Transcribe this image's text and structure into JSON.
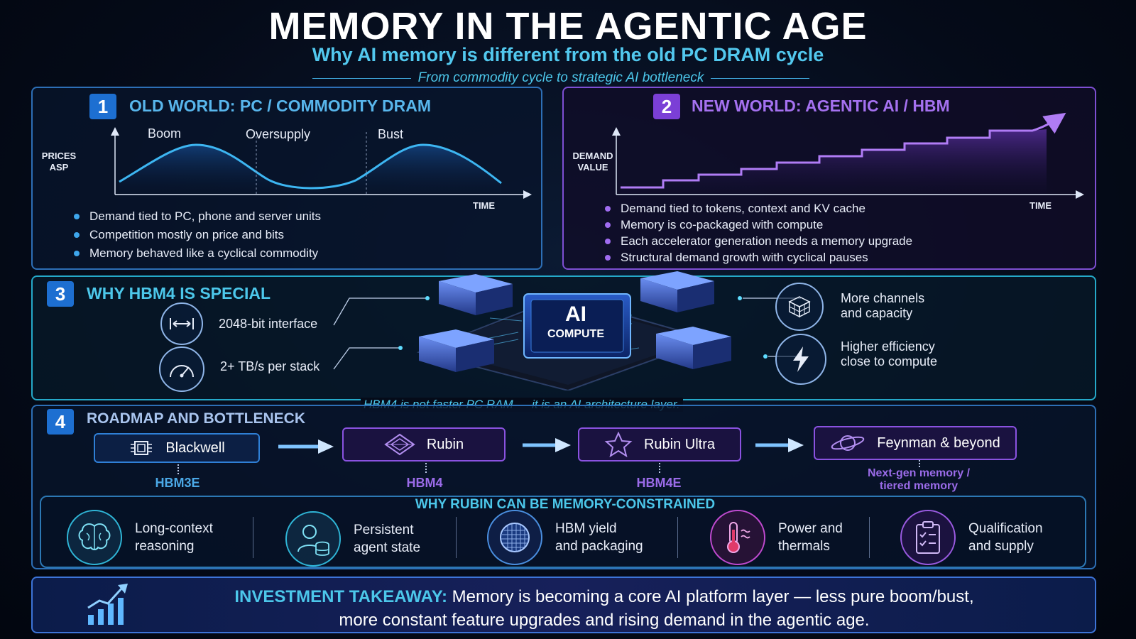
{
  "header": {
    "title": "MEMORY IN THE AGENTIC AGE",
    "subtitle": "Why AI memory is different from the old PC DRAM cycle",
    "tagline": "From commodity cycle to strategic  AI bottleneck"
  },
  "colors": {
    "blue_accent": "#1d6fd1",
    "purple_accent": "#7b3fd6",
    "teal_accent": "#25a9c9",
    "cyan_text": "#52c8ee"
  },
  "panel1": {
    "number": "1",
    "title": "OLD WORLD: PC / COMMODITY DRAM",
    "y_axis_label": "PRICES\nASP",
    "x_axis_label": "TIME",
    "phases": [
      "Boom",
      "Oversupply",
      "Bust"
    ],
    "bullets": [
      "Demand tied to PC, phone and server units",
      "Competition mostly on price and bits",
      "Memory behaved like a cyclical commodity"
    ]
  },
  "panel2": {
    "number": "2",
    "title": "NEW WORLD: AGENTIC AI / HBM",
    "y_axis_label": "DEMAND\nVALUE",
    "x_axis_label": "TIME",
    "bullets": [
      "Demand tied to tokens, context and KV cache",
      "Memory is co-packaged with compute",
      "Each accelerator generation needs a memory upgrade",
      "Structural demand growth with cyclical pauses"
    ]
  },
  "panel3": {
    "number": "3",
    "title": "WHY HBM4 IS SPECIAL",
    "left_features": [
      {
        "label": "2048-bit interface",
        "icon": "width-arrows-icon"
      },
      {
        "label": "2+ TB/s per stack",
        "icon": "speedometer-icon"
      }
    ],
    "chip_label_1": "AI",
    "chip_label_2": "COMPUTE",
    "right_features": [
      {
        "label": "More channels\nand capacity",
        "icon": "memory-cube-icon"
      },
      {
        "label": "Higher efficiency\nclose to compute",
        "icon": "lightning-icon"
      }
    ],
    "footer": "HBM4 is not faster PC RAM — it is an AI architecture layer."
  },
  "panel4": {
    "number": "4",
    "title": "ROADMAP AND BOTTLENECK",
    "stages": [
      {
        "name": "Blackwell",
        "memory": "HBM3E",
        "icon": "chip-icon"
      },
      {
        "name": "Rubin",
        "memory": "HBM4",
        "icon": "diamond-icon"
      },
      {
        "name": "Rubin Ultra",
        "memory": "HBM4E",
        "icon": "star-icon"
      },
      {
        "name": "Feynman & beyond",
        "memory": "Next-gen memory /\ntiered memory",
        "icon": "planet-icon"
      }
    ],
    "constraints_title": "WHY RUBIN CAN BE MEMORY-CONSTRAINED",
    "constraints": [
      {
        "label": "Long-context\nreasoning",
        "icon": "brain-icon"
      },
      {
        "label": "Persistent\nagent state",
        "icon": "user-database-icon"
      },
      {
        "label": "HBM yield\nand packaging",
        "icon": "wafer-icon"
      },
      {
        "label": "Power and\nthermals",
        "icon": "thermometer-icon"
      },
      {
        "label": "Qualification\nand supply",
        "icon": "clipboard-icon"
      }
    ]
  },
  "takeaway": {
    "label": "INVESTMENT TAKEAWAY:",
    "line1": "Memory is becoming a core AI platform layer — less pure boom/bust,",
    "line2": "more constant feature upgrades and rising demand in the agentic age.",
    "icon": "growth-chart-icon"
  }
}
